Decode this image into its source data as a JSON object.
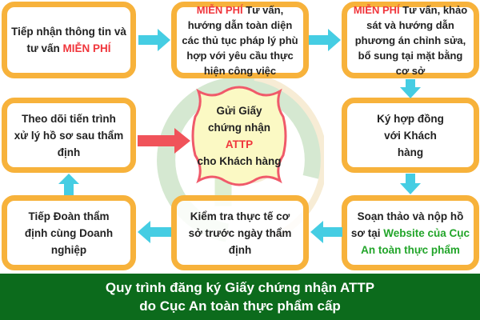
{
  "steps": {
    "s1": {
      "a": "Tiếp nhận thông tin và",
      "b": "tư vấn ",
      "c": "MIỄN PHÍ"
    },
    "s2": {
      "a": "MIỄN PHÍ",
      "b": " Tư vấn, hướng dẫn toàn diện các thủ tục pháp lý phù hợp với yêu cầu thực hiện công việc"
    },
    "s3": {
      "a": "MIỄN PHÍ",
      "b": " Tư vấn, khảo sát và hướng dẫn phương án chỉnh sửa, bổ sung tại mặt bằng cơ sở"
    },
    "s4": "Ký hợp đồng với Khách hàng",
    "s5": {
      "a": "Soạn thảo và nộp hồ sơ tại ",
      "b": "Website của Cục An toàn thực phẩm"
    },
    "s6": "Kiểm tra thực tế cơ sở trước ngày thẩm định",
    "s7": "Tiếp Đoàn thẩm định cùng Doanh nghiệp",
    "s8": "Theo dõi tiến trình xử lý hồ sơ sau thẩm định",
    "final": {
      "a": "Gửi Giấy",
      "b": "chứng nhận",
      "c": "ATTP",
      "d": "cho Khách hàng"
    }
  },
  "banner": {
    "line1": "Quy trình đăng ký Giấy chứng nhận ATTP",
    "line2": "do Cục An toàn thực phẩm cấp"
  },
  "colors": {
    "border": "#f7b23b",
    "arrow": "#45cde3",
    "highlight": "#f0353b",
    "banner": "#0c6b1c"
  }
}
